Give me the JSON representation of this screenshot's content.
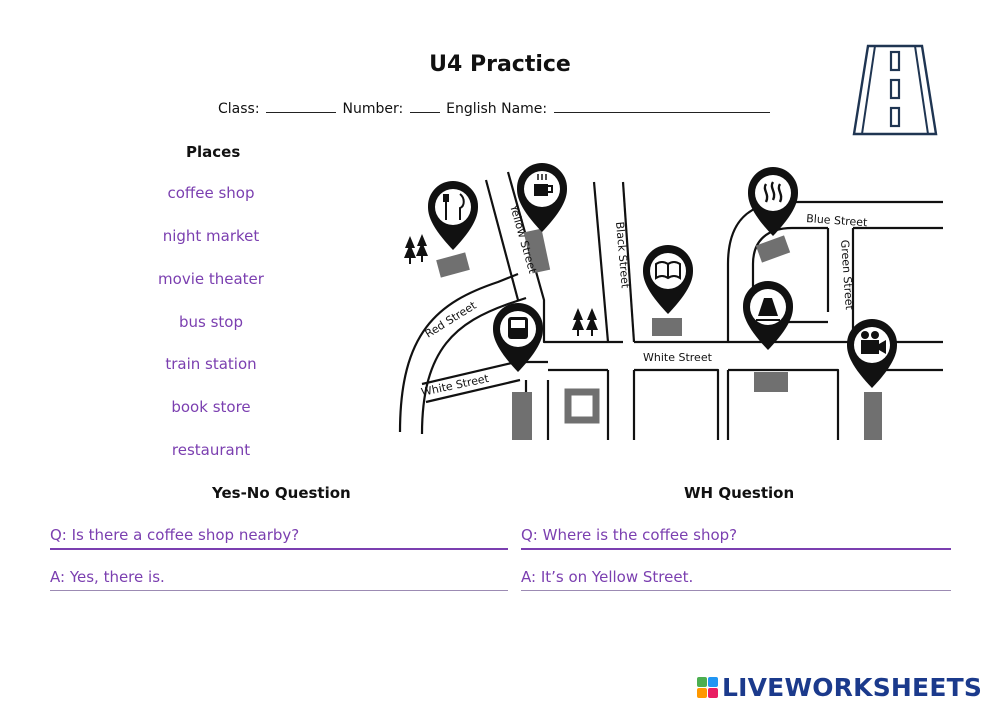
{
  "header": {
    "title": "U4 Practice",
    "class_label": "Class:",
    "number_label": "Number:",
    "name_label": "English Name:"
  },
  "places": {
    "heading": "Places",
    "items": [
      "coffee shop",
      "night market",
      "movie theater",
      "bus stop",
      "train station",
      "book store",
      "restaurant"
    ]
  },
  "map": {
    "streets": [
      "Yellow Street",
      "Black Street",
      "Blue Street",
      "Green Street",
      "Red Street",
      "White Street",
      "White Street"
    ],
    "pins": [
      "restaurant-icon",
      "coffee-cup-icon",
      "book-icon",
      "night-market-icon",
      "bus-icon",
      "train-icon",
      "movie-camera-icon"
    ]
  },
  "questions": {
    "yes_no": {
      "heading": "Yes-No Question",
      "q": "Q: Is there a coffee shop nearby?",
      "a": "A: Yes, there is."
    },
    "wh": {
      "heading": "WH Question",
      "q": "Q: Where is the coffee shop?",
      "a": "A: It’s on Yellow Street."
    }
  },
  "brand": {
    "text": "LIVEWORKSHEETS",
    "colors": [
      "#4caf50",
      "#2196f3",
      "#ff9800",
      "#e91e63"
    ]
  }
}
